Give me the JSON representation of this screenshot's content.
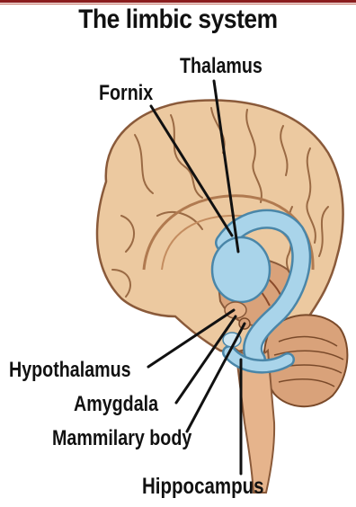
{
  "title": "The limbic system",
  "labels": {
    "thalamus": "Thalamus",
    "fornix": "Fornix",
    "hypothalamus": "Hypothalamus",
    "amygdala": "Amygdala",
    "mammilary_body": "Mammilary body",
    "hippocampus": "Hippocampus"
  },
  "colors": {
    "brain_tan": "#ecc9a0",
    "brain_outline": "#8a5a3a",
    "limbic_blue": "#a9d4ea",
    "limbic_outline": "#4a86a8",
    "header_rule": "#8b1d1d"
  }
}
